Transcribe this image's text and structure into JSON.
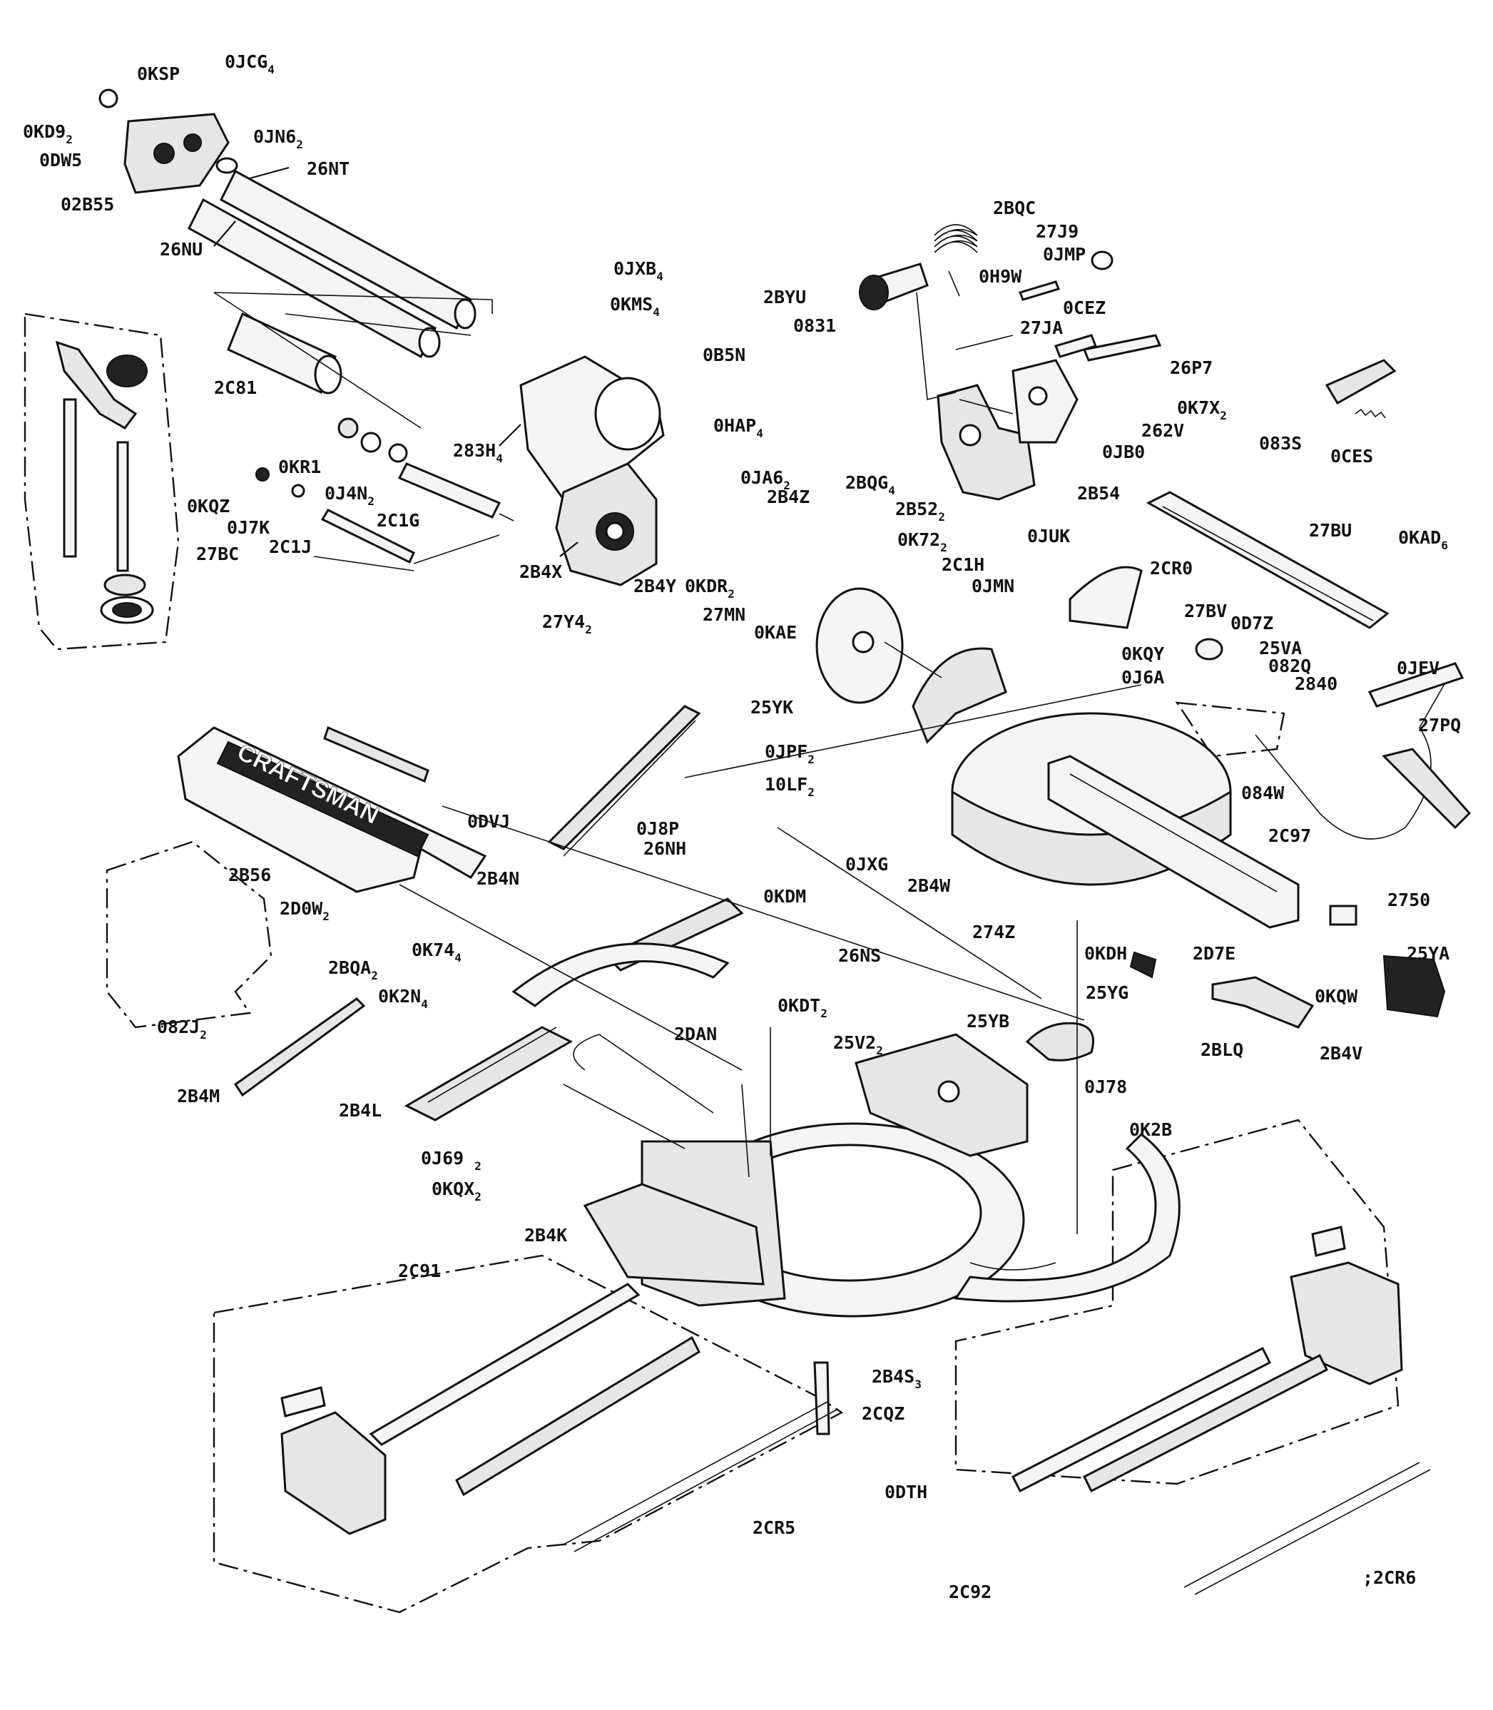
{
  "brand": "CRAFTSMAN",
  "callouts": [
    {
      "id": "0KSP",
      "t": "0KSP"
    },
    {
      "id": "0JCG4",
      "t": "0JCG",
      "s": "4"
    },
    {
      "id": "0KD92",
      "t": "0KD9",
      "s": "2"
    },
    {
      "id": "0DW5",
      "t": "0DW5"
    },
    {
      "id": "0JN62",
      "t": "0JN6",
      "s": "2"
    },
    {
      "id": "26NT",
      "t": "26NT"
    },
    {
      "id": "02B55",
      "t": "02B55"
    },
    {
      "id": "26NU",
      "t": "26NU"
    },
    {
      "id": "2BQC",
      "t": "2BQC"
    },
    {
      "id": "27J9",
      "t": "27J9"
    },
    {
      "id": "0JMP",
      "t": "0JMP"
    },
    {
      "id": "0H9W",
      "t": "0H9W"
    },
    {
      "id": "0JXB4",
      "t": "0JXB",
      "s": "4"
    },
    {
      "id": "0KMS4",
      "t": "0KMS",
      "s": "4"
    },
    {
      "id": "2BYU",
      "t": "2BYU"
    },
    {
      "id": "0831",
      "t": "0831"
    },
    {
      "id": "0CEZ",
      "t": "0CEZ"
    },
    {
      "id": "27JA",
      "t": "27JA"
    },
    {
      "id": "0B5N",
      "t": "0B5N"
    },
    {
      "id": "26P7",
      "t": "26P7"
    },
    {
      "id": "2C81",
      "t": "2C81"
    },
    {
      "id": "0HAP4",
      "t": "0HAP",
      "s": "4"
    },
    {
      "id": "0K7X2",
      "t": "0K7X",
      "s": "2"
    },
    {
      "id": "262V",
      "t": "262V"
    },
    {
      "id": "083S",
      "t": "083S"
    },
    {
      "id": "283H4",
      "t": "283H",
      "s": "4"
    },
    {
      "id": "0JB0",
      "t": "0JB0"
    },
    {
      "id": "0CES",
      "t": "0CES"
    },
    {
      "id": "0KR1",
      "t": "0KR1"
    },
    {
      "id": "0JA62",
      "t": "0JA6",
      "s": "2"
    },
    {
      "id": "2BQG4",
      "t": "2BQG",
      "s": "4"
    },
    {
      "id": "2B54",
      "t": "2B54"
    },
    {
      "id": "0KQZ",
      "t": "0KQZ"
    },
    {
      "id": "0J4N2",
      "t": "0J4N",
      "s": "2"
    },
    {
      "id": "2B4Z",
      "t": "2B4Z"
    },
    {
      "id": "2B522",
      "t": "2B52",
      "s": "2"
    },
    {
      "id": "0J7K",
      "t": "0J7K"
    },
    {
      "id": "2C1G",
      "t": "2C1G"
    },
    {
      "id": "0K722",
      "t": "0K72",
      "s": "2"
    },
    {
      "id": "0JUK",
      "t": "0JUK"
    },
    {
      "id": "27BU",
      "t": "27BU"
    },
    {
      "id": "0KAD6",
      "t": "0KAD",
      "s": "6"
    },
    {
      "id": "27BC",
      "t": "27BC"
    },
    {
      "id": "2C1J",
      "t": "2C1J"
    },
    {
      "id": "2C1H",
      "t": "2C1H"
    },
    {
      "id": "2CR0",
      "t": "2CR0"
    },
    {
      "id": "2B4X",
      "t": "2B4X"
    },
    {
      "id": "2B4Y",
      "t": "2B4Y"
    },
    {
      "id": "0KDR2",
      "t": "0KDR",
      "s": "2"
    },
    {
      "id": "0JMN",
      "t": "0JMN"
    },
    {
      "id": "27MN",
      "t": "27MN"
    },
    {
      "id": "27Y42",
      "t": "27Y4",
      "s": "2"
    },
    {
      "id": "27BV",
      "t": "27BV"
    },
    {
      "id": "0D7Z",
      "t": "0D7Z"
    },
    {
      "id": "0KAE",
      "t": "0KAE"
    },
    {
      "id": "25VA",
      "t": "25VA"
    },
    {
      "id": "0KQY",
      "t": "0KQY"
    },
    {
      "id": "082Q",
      "t": "082Q"
    },
    {
      "id": "0JEV",
      "t": "0JEV"
    },
    {
      "id": "0J6A",
      "t": "0J6A"
    },
    {
      "id": "2840",
      "t": "2840"
    },
    {
      "id": "25YK",
      "t": "25YK"
    },
    {
      "id": "27PQ",
      "t": "27PQ"
    },
    {
      "id": "0JPF2",
      "t": "0JPF",
      "s": "2"
    },
    {
      "id": "10LF2",
      "t": "10LF",
      "s": "2"
    },
    {
      "id": "084W",
      "t": "084W"
    },
    {
      "id": "0DVJ",
      "t": "0DVJ"
    },
    {
      "id": "2C97",
      "t": "2C97"
    },
    {
      "id": "0J8P",
      "t": "0J8P"
    },
    {
      "id": "26NH",
      "t": "26NH"
    },
    {
      "id": "0JXG",
      "t": "0JXG"
    },
    {
      "id": "2B56",
      "t": "2B56"
    },
    {
      "id": "2B4N",
      "t": "2B4N"
    },
    {
      "id": "2B4W",
      "t": "2B4W"
    },
    {
      "id": "0KDM",
      "t": "0KDM"
    },
    {
      "id": "2750",
      "t": "2750"
    },
    {
      "id": "2D0W2",
      "t": "2D0W",
      "s": "2"
    },
    {
      "id": "274Z",
      "t": "274Z"
    },
    {
      "id": "0K744",
      "t": "0K74",
      "s": "4"
    },
    {
      "id": "26NS",
      "t": "26NS"
    },
    {
      "id": "0KDH",
      "t": "0KDH"
    },
    {
      "id": "2D7E",
      "t": "2D7E"
    },
    {
      "id": "25YA",
      "t": "25YA"
    },
    {
      "id": "2BQA2",
      "t": "2BQA",
      "s": "2"
    },
    {
      "id": "25YG",
      "t": "25YG"
    },
    {
      "id": "0K2N4",
      "t": "0K2N",
      "s": "4"
    },
    {
      "id": "0KQW",
      "t": "0KQW"
    },
    {
      "id": "0KDT2",
      "t": "0KDT",
      "s": "2"
    },
    {
      "id": "2DAN",
      "t": "2DAN"
    },
    {
      "id": "082J2",
      "t": "082J",
      "s": "2"
    },
    {
      "id": "25YB",
      "t": "25YB"
    },
    {
      "id": "25V22",
      "t": "25V2",
      "s": "2"
    },
    {
      "id": "2BLQ",
      "t": "2BLQ"
    },
    {
      "id": "2B4V",
      "t": "2B4V"
    },
    {
      "id": "2B4M",
      "t": "2B4M"
    },
    {
      "id": "0J78",
      "t": "0J78"
    },
    {
      "id": "2B4L",
      "t": "2B4L"
    },
    {
      "id": "0K2B",
      "t": "0K2B"
    },
    {
      "id": "0J692",
      "t": "0J69 ",
      "s": "2"
    },
    {
      "id": "0KQX2",
      "t": "0KQX",
      "s": "2"
    },
    {
      "id": "2B4K",
      "t": "2B4K"
    },
    {
      "id": "2C91",
      "t": "2C91"
    },
    {
      "id": "2B4S3",
      "t": "2B4S",
      "s": "3"
    },
    {
      "id": "2CQZ",
      "t": "2CQZ"
    },
    {
      "id": "0DTH",
      "t": "0DTH"
    },
    {
      "id": "2CR5",
      "t": "2CR5"
    },
    {
      "id": "2C92",
      "t": "2C92"
    },
    {
      "id": "2CR6",
      "t": ";2CR6"
    }
  ]
}
